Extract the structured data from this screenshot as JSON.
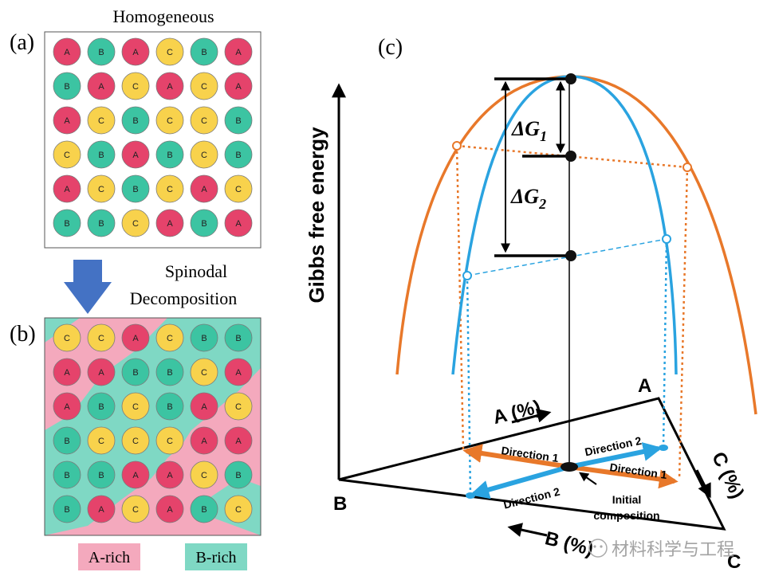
{
  "panel_a": {
    "label": "(a)",
    "title": "Homogeneous",
    "grid": [
      [
        "A",
        "B",
        "A",
        "C",
        "B",
        "A"
      ],
      [
        "B",
        "A",
        "C",
        "A",
        "C",
        "A"
      ],
      [
        "A",
        "C",
        "B",
        "C",
        "C",
        "B"
      ],
      [
        "C",
        "B",
        "A",
        "B",
        "C",
        "B"
      ],
      [
        "A",
        "C",
        "B",
        "C",
        "A",
        "C"
      ],
      [
        "B",
        "B",
        "C",
        "A",
        "B",
        "A"
      ]
    ]
  },
  "arrow_label": {
    "line1": "Spinodal",
    "line2": "Decomposition"
  },
  "panel_b": {
    "label": "(b)",
    "grid": [
      [
        "C",
        "C",
        "A",
        "C",
        "B",
        "B"
      ],
      [
        "A",
        "A",
        "B",
        "B",
        "C",
        "A"
      ],
      [
        "A",
        "B",
        "C",
        "B",
        "A",
        "C"
      ],
      [
        "B",
        "C",
        "C",
        "C",
        "A",
        "A"
      ],
      [
        "B",
        "B",
        "A",
        "A",
        "C",
        "B"
      ],
      [
        "B",
        "A",
        "C",
        "A",
        "B",
        "C"
      ]
    ]
  },
  "legend": {
    "a_rich": "A-rich",
    "b_rich": "B-rich"
  },
  "colors": {
    "A": "#e5436b",
    "B": "#3cc4a2",
    "C": "#f8d24c",
    "a_rich_region": "#f4a9bd",
    "b_rich_region": "#7fd8c4",
    "orange_curve": "#e8782a",
    "blue_curve": "#2aa3e0",
    "down_arrow": "#4472c4"
  },
  "panel_c": {
    "label": "(c)",
    "y_axis_label": "Gibbs free energy",
    "dG1_base": "ΔG",
    "dG1_sub": "1",
    "dG2_base": "ΔG",
    "dG2_sub": "2",
    "vertex_a": "A",
    "vertex_b": "B",
    "vertex_c": "C",
    "axis_a": "A (%)",
    "axis_b": "B (%)",
    "axis_c": "C (%)",
    "direction1": "Direction 1",
    "direction2": "Direction 2",
    "initial_line1": "Initial",
    "initial_line2": "composition"
  },
  "watermark": "材料科学与工程"
}
